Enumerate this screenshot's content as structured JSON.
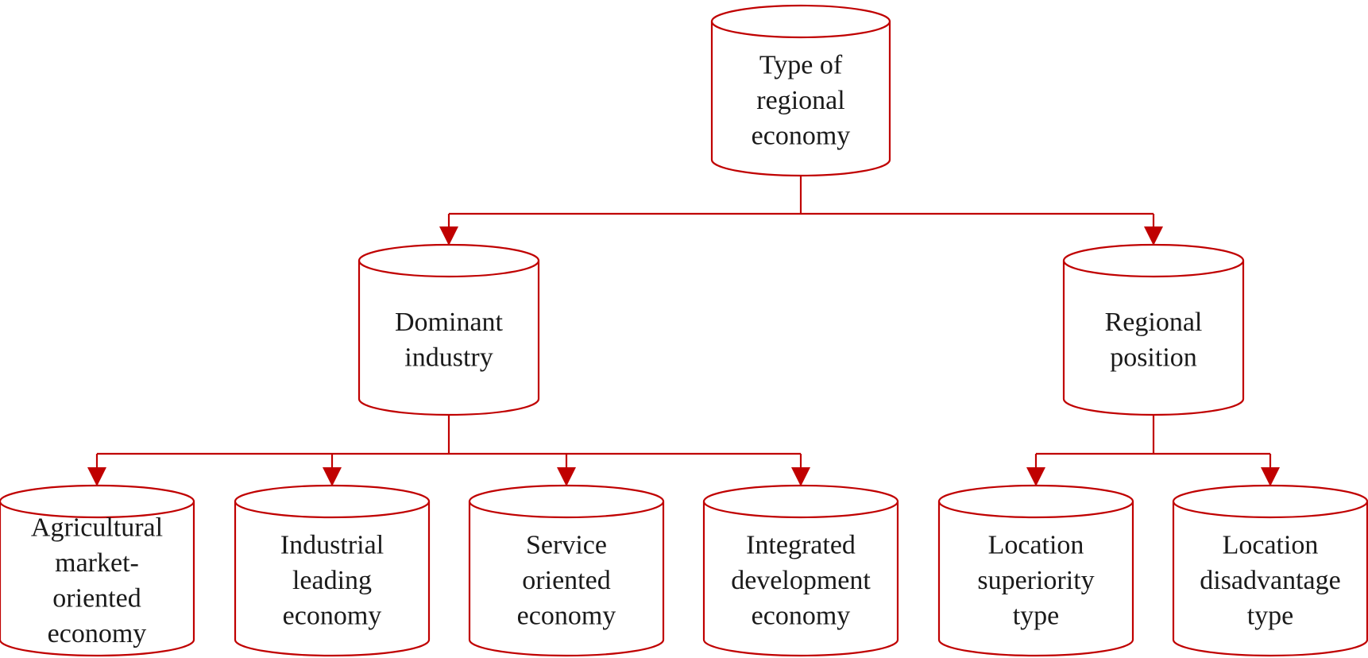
{
  "colors": {
    "stroke": "#c00000",
    "text": "#1a1a1a",
    "background": "#ffffff"
  },
  "root": {
    "lines": [
      "Type of",
      "regional",
      "economy"
    ]
  },
  "level2": [
    {
      "id": "dominant-industry",
      "lines": [
        "Dominant",
        "industry"
      ]
    },
    {
      "id": "regional-position",
      "lines": [
        "Regional",
        "position"
      ]
    }
  ],
  "level3": [
    {
      "id": "agricultural",
      "parent": "dominant-industry",
      "lines": [
        "Agricultural",
        "market-",
        "oriented",
        "economy"
      ]
    },
    {
      "id": "industrial",
      "parent": "dominant-industry",
      "lines": [
        "Industrial",
        "leading",
        "economy"
      ]
    },
    {
      "id": "service",
      "parent": "dominant-industry",
      "lines": [
        "Service",
        "oriented",
        "economy"
      ]
    },
    {
      "id": "integrated",
      "parent": "dominant-industry",
      "lines": [
        "Integrated",
        "development",
        "economy"
      ]
    },
    {
      "id": "location-superiority",
      "parent": "regional-position",
      "lines": [
        "Location",
        "superiority",
        "type"
      ]
    },
    {
      "id": "location-disadvantage",
      "parent": "regional-position",
      "lines": [
        "Location",
        "disadvantage",
        "type"
      ]
    }
  ]
}
